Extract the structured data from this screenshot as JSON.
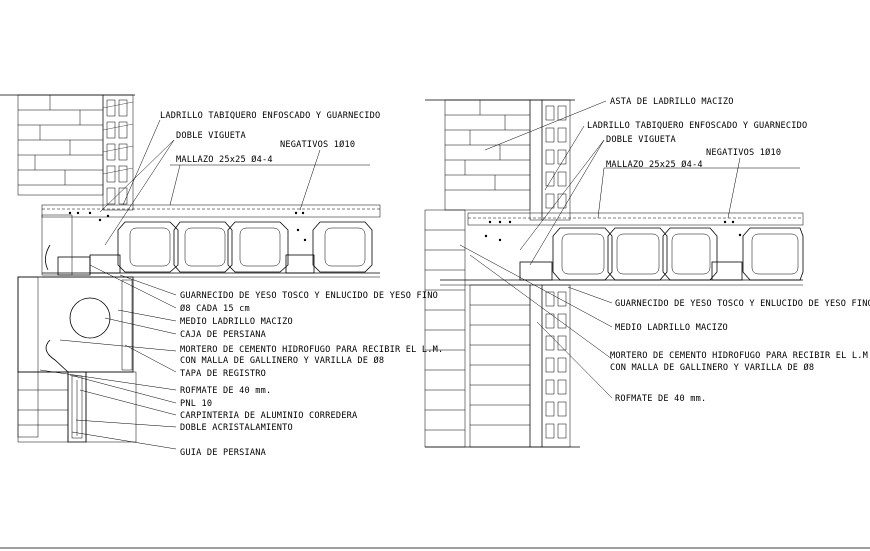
{
  "detail_left": {
    "labels": [
      "LADRILLO TABIQUERO ENFOSCADO Y GUARNECIDO",
      "DOBLE VIGUETA",
      "NEGATIVOS 1Ø10",
      "MALLAZO 25x25 Ø4-4",
      "GUARNECIDO DE YESO TOSCO Y ENLUCIDO DE YESO FINO",
      "Ø8 CADA 15 cm",
      "MEDIO LADRILLO MACIZO",
      "CAJA DE PERSIANA",
      "MORTERO DE CEMENTO HIDROFUGO PARA RECIBIR EL L.M.",
      "CON MALLA DE GALLINERO Y VARILLA DE Ø8",
      "TAPA DE REGISTRO",
      "ROFMATE DE 40 mm.",
      "PNL 10",
      "CARPINTERIA DE ALUMINIO CORREDERA",
      "DOBLE ACRISTALAMIENTO",
      "GUIA DE PERSIANA"
    ]
  },
  "detail_right": {
    "labels": [
      "ASTA DE LADRILLO MACIZO",
      "LADRILLO TABIQUERO ENFOSCADO Y GUARNECIDO",
      "DOBLE VIGUETA",
      "NEGATIVOS 1Ø10",
      "MALLAZO 25x25 Ø4-4",
      "GUARNECIDO DE YESO TOSCO Y ENLUCIDO DE YESO FINO",
      "MEDIO LADRILLO MACIZO",
      "MORTERO DE CEMENTO HIDROFUGO PARA RECIBIR EL L.M.",
      "CON MALLA DE GALLINERO Y VARILLA DE Ø8",
      "ROFMATE DE 40 mm."
    ]
  }
}
